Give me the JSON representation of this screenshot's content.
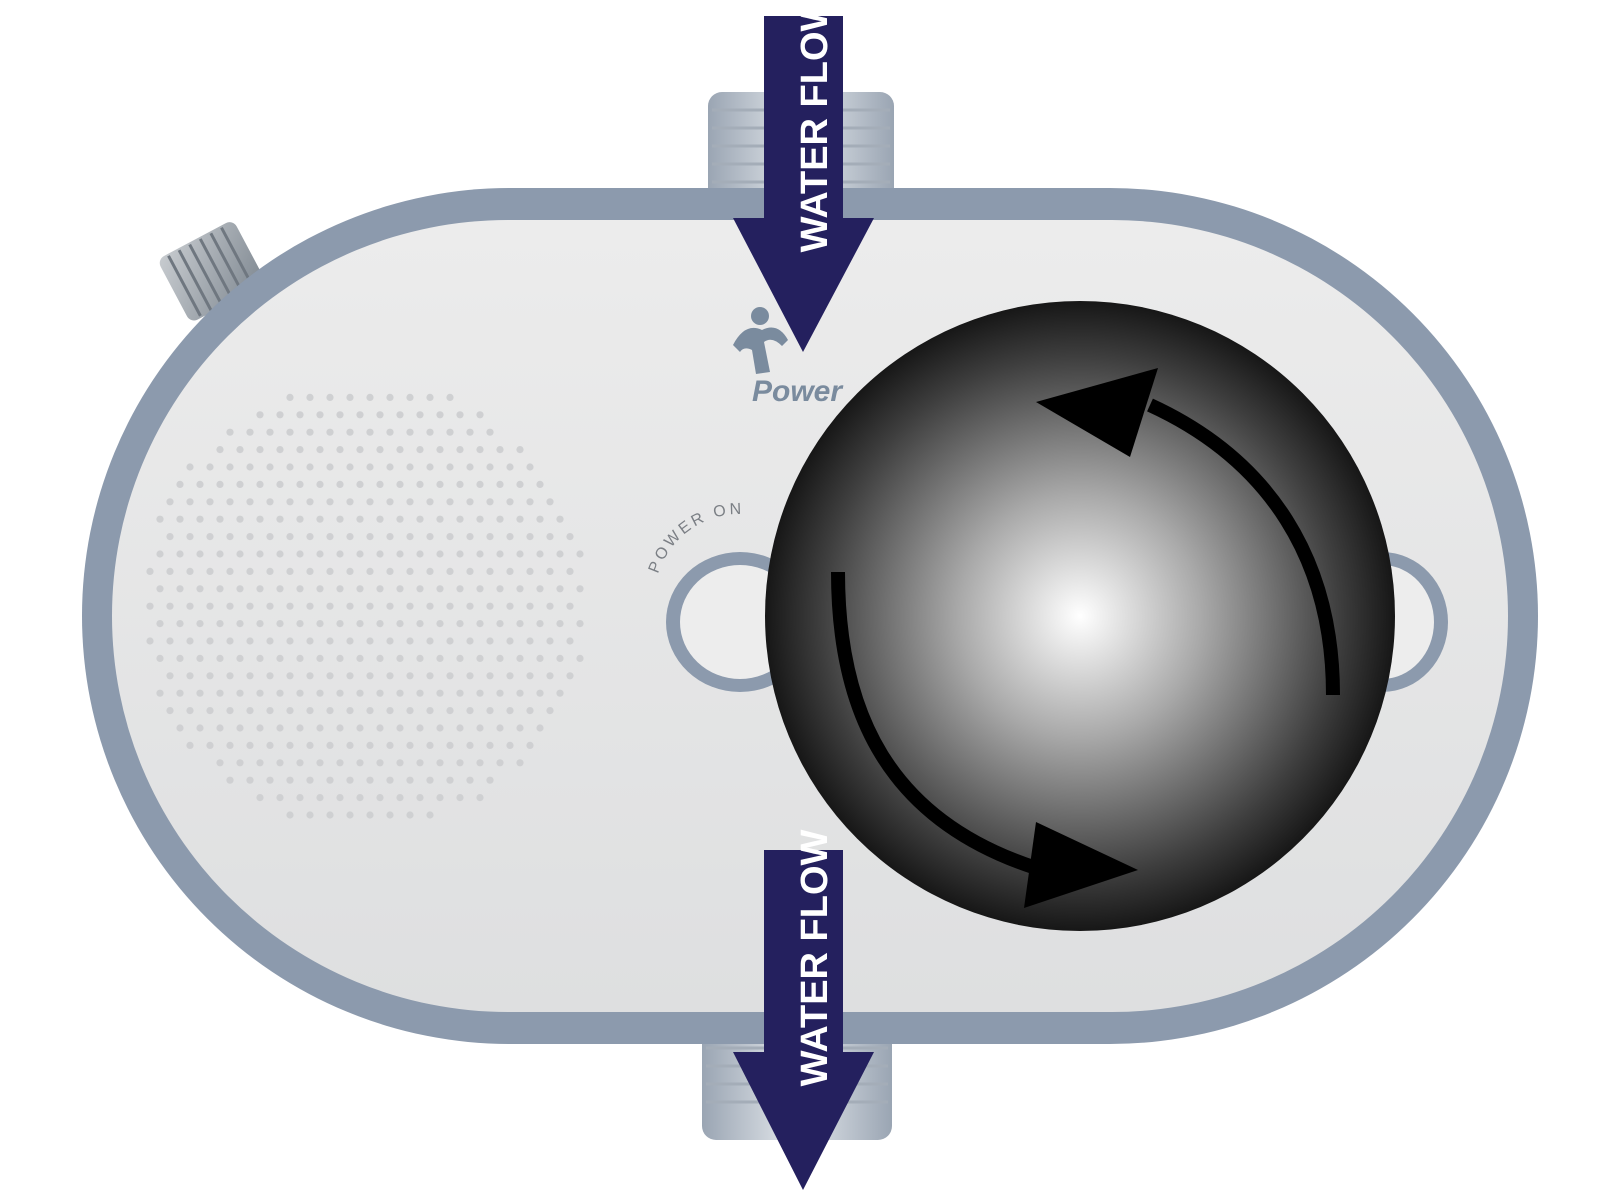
{
  "colors": {
    "arrow": "#24205e",
    "arrow_text": "#ffffff",
    "housing_rim": "#8c9aad",
    "faceplate": "#e6e6e6",
    "grille_hole": "#cfd0d2",
    "brand": "#7a8b9e",
    "ball_center": "#ffffff",
    "ball_edge": "#000000",
    "rotation_arrow": "#000000"
  },
  "device": {
    "brand_name": "Power",
    "button_label_left": "POWER ON",
    "logo_icon": "figure-logo-icon"
  },
  "flow": {
    "top_label": "WATER FLOW",
    "bottom_label": "WATER FLOW",
    "direction": "down"
  },
  "rotor": {
    "icon": "rotating-ball-icon",
    "rotation_arrows": 2
  }
}
